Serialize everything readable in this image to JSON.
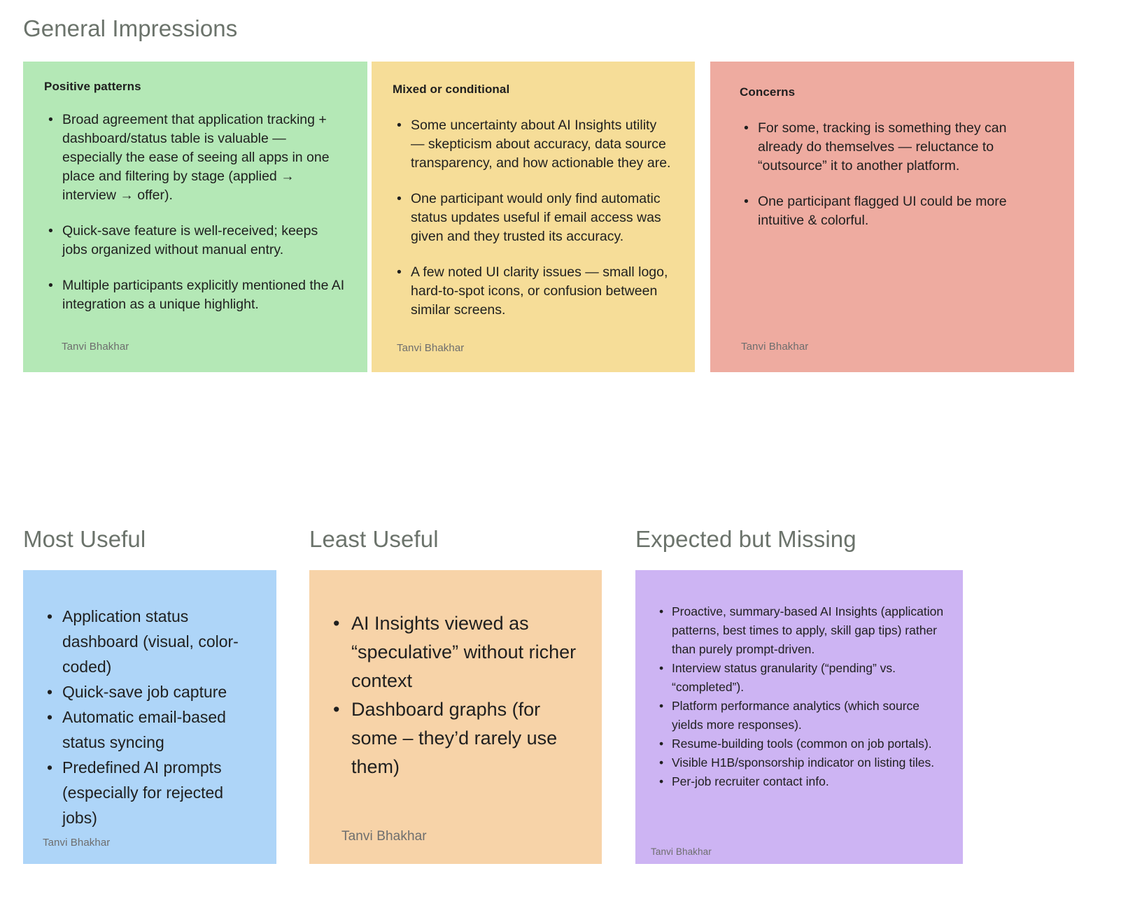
{
  "sections": {
    "general_impressions": {
      "heading": "General Impressions",
      "cards": [
        {
          "title": "Positive patterns",
          "color": "#b4e8b6",
          "items": [
            "Broad agreement that application tracking + dashboard/status table is valuable — especially the ease of seeing all apps in one place and filtering by stage (applied → interview → offer).",
            "Quick-save feature is well-received; keeps jobs organized without manual entry.",
            "Multiple participants explicitly mentioned the AI integration as a unique highlight."
          ],
          "author": "Tanvi Bhakhar"
        },
        {
          "title": "Mixed or conditional",
          "color": "#f6dd98",
          "items": [
            "Some uncertainty about AI Insights utility — skepticism about accuracy, data source transparency, and how actionable they are.",
            "One participant would only find automatic status updates useful if email access was given and they trusted its accuracy.",
            "A few noted UI clarity issues — small logo, hard-to-spot icons, or confusion between similar screens."
          ],
          "author": "Tanvi Bhakhar"
        },
        {
          "title": "Concerns",
          "color": "#eeaba0",
          "items": [
            "For some, tracking is something they can already do themselves — reluctance to “outsource” it to another platform.",
            "One participant flagged UI could be more intuitive & colorful."
          ],
          "author": "Tanvi Bhakhar"
        }
      ]
    },
    "most_useful": {
      "heading": "Most Useful",
      "card": {
        "color": "#aed5f8",
        "items": [
          "Application status dashboard (visual, color-coded)",
          "Quick-save job capture",
          "Automatic email-based status syncing",
          "Predefined AI prompts (especially for rejected jobs)"
        ],
        "author": "Tanvi Bhakhar"
      }
    },
    "least_useful": {
      "heading": "Least Useful",
      "card": {
        "color": "#f7d3a8",
        "items": [
          "AI Insights viewed as “speculative” without richer context",
          "Dashboard graphs (for some – they’d rarely use them)"
        ],
        "author": "Tanvi Bhakhar"
      }
    },
    "expected_but_missing": {
      "heading": "Expected but Missing",
      "card": {
        "color": "#cdb4f3",
        "items": [
          "Proactive, summary-based AI Insights (application patterns, best times to apply, skill gap tips) rather than purely prompt-driven.",
          "Interview status granularity (“pending” vs. “completed”).",
          "Platform performance analytics (which source yields more responses).",
          "Resume-building tools (common on job portals).",
          "Visible H1B/sponsorship indicator on listing tiles.",
          "Per-job recruiter contact info."
        ],
        "author": "Tanvi Bhakhar"
      }
    }
  }
}
